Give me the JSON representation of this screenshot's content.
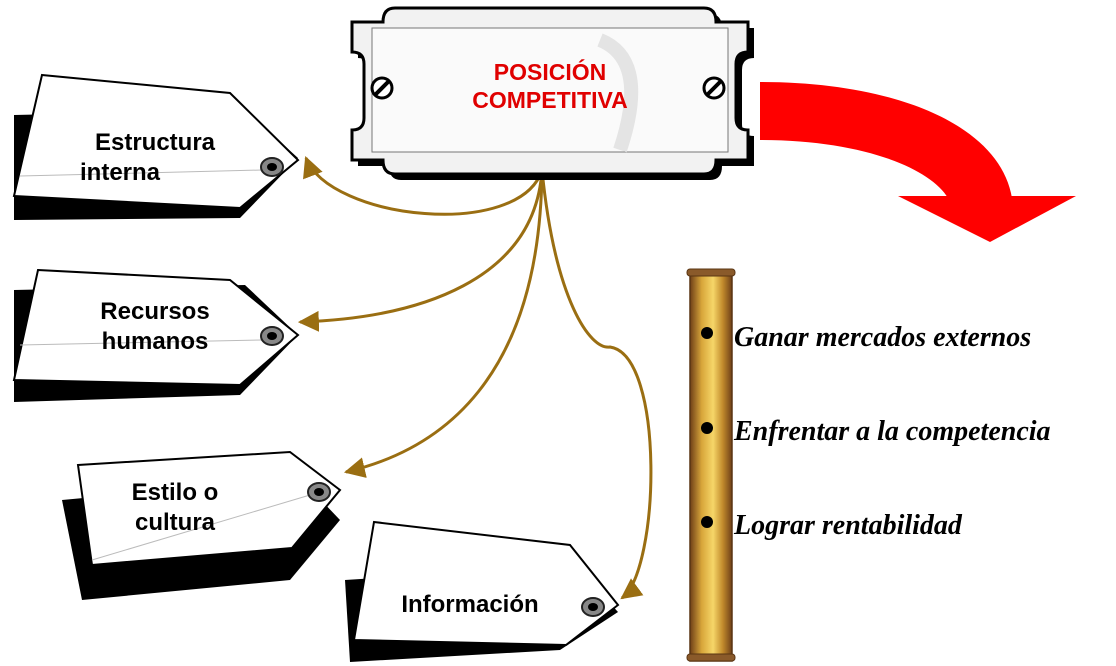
{
  "center": {
    "line1": "POSICIÓN",
    "line2": "COMPETITIVA"
  },
  "tags": [
    {
      "line1": "Estructura",
      "line2": "interna"
    },
    {
      "line1": "Recursos",
      "line2": "humanos"
    },
    {
      "line1": "Estilo o",
      "line2": "cultura"
    },
    {
      "line1": "Información",
      "line2": ""
    }
  ],
  "goals": [
    "Ganar mercados externos",
    "Enfrentar a la competencia",
    "Lograr rentabilidad"
  ],
  "colors": {
    "plate_text": "#e00000",
    "connector": "#9a6e12",
    "arrow": "#ff0000",
    "bar_light": "#f3cf62",
    "bar_dark": "#7b4a1d"
  }
}
